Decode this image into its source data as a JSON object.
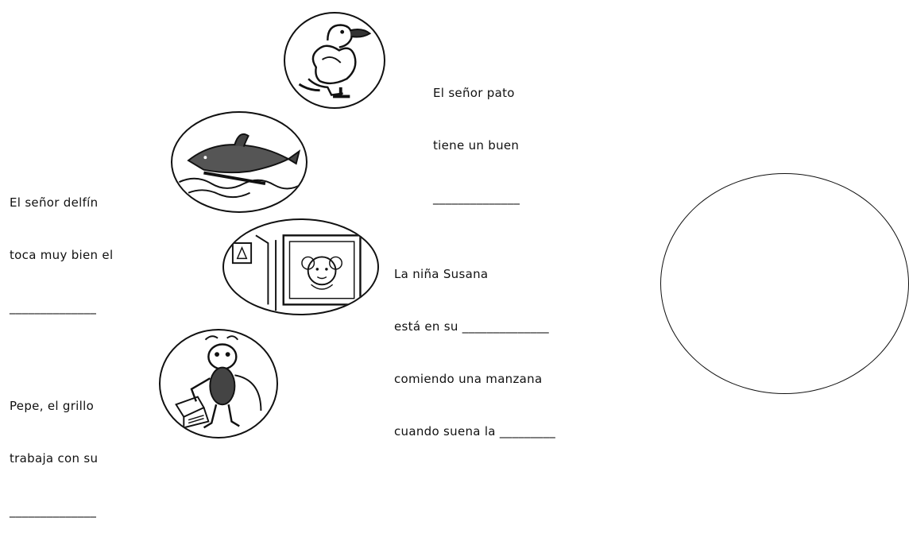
{
  "items": [
    {
      "lines": [
        "El señor pato",
        "tiene un buen",
        "______________"
      ]
    },
    {
      "lines": [
        "El señor delfín",
        "toca muy bien el",
        "______________"
      ]
    },
    {
      "lines": [
        "La niña Susana",
        "está en su ______________",
        "comiendo una manzana",
        "cuando suena la _________"
      ]
    },
    {
      "lines": [
        "Pepe, el grillo",
        "trabaja con su",
        "______________"
      ]
    }
  ]
}
